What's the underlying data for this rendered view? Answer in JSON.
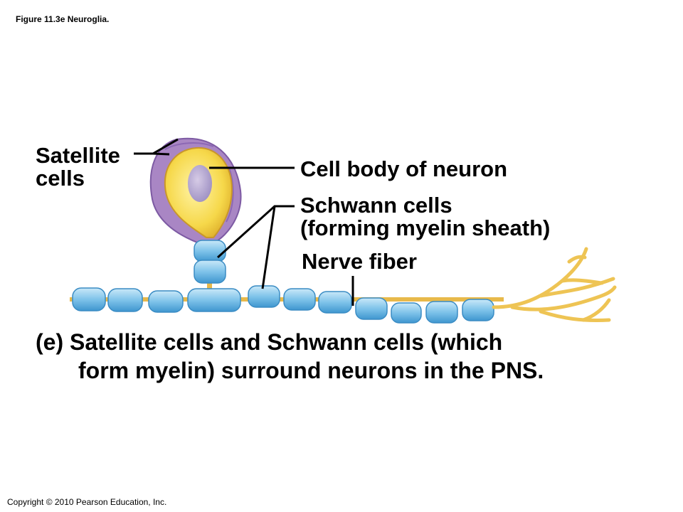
{
  "figure_title": "Figure 11.3e  Neuroglia.",
  "copyright": "Copyright © 2010 Pearson Education, Inc.",
  "labels": {
    "satellite_line1": "Satellite",
    "satellite_line2": "cells",
    "cell_body": "Cell body of neuron",
    "schwann_line1": "Schwann cells",
    "schwann_line2": "(forming myelin sheath)",
    "nerve_fiber": "Nerve fiber"
  },
  "caption": {
    "line1": "(e) Satellite cells and Schwann cells (which",
    "line2": "form myelin) surround neurons in the PNS."
  },
  "colors": {
    "satellite_purple": "#a986c4",
    "cell_body_yellow": "#f6d84a",
    "nucleus": "#b4a7d2",
    "schwann_blue": "#7fc3ea",
    "axon": "#e8b94a"
  }
}
